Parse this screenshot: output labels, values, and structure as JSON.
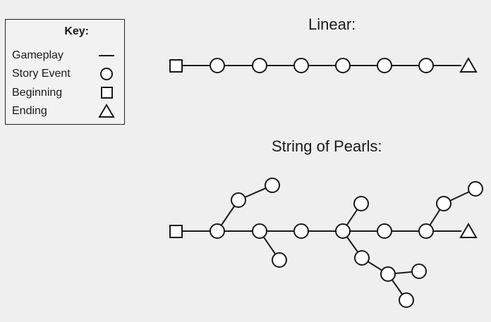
{
  "key": {
    "title": "Key:",
    "items": [
      {
        "label": "Gameplay",
        "symbol": "line-icon"
      },
      {
        "label": "Story Event",
        "symbol": "circle-icon"
      },
      {
        "label": "Beginning",
        "symbol": "square-icon"
      },
      {
        "label": "Ending",
        "symbol": "triangle-icon"
      }
    ]
  },
  "diagrams": {
    "linear": {
      "title": "Linear:"
    },
    "pearls": {
      "title": "String of Pearls:"
    }
  },
  "colors": {
    "background": "#efefef",
    "stroke": "#1a1a1a",
    "node_fill": "#ffffff"
  }
}
